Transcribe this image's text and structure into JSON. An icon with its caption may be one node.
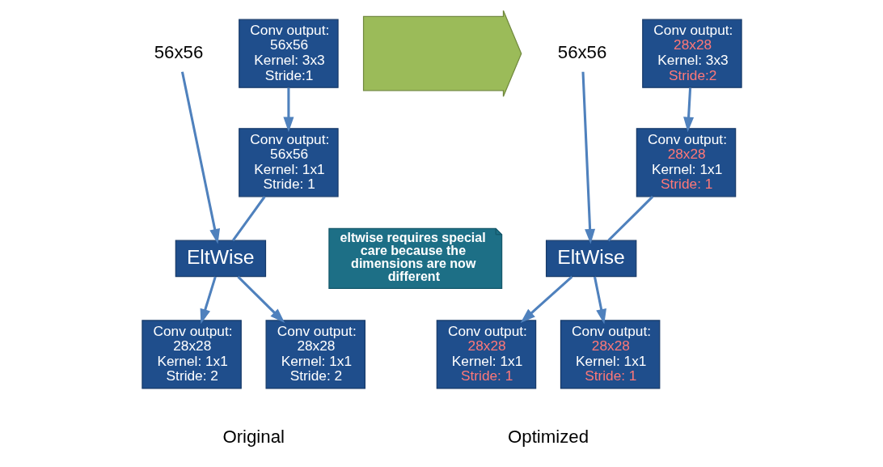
{
  "diagram": {
    "nodes": [
      {
        "text": [
          "56x56"
        ]
      },
      {
        "text": [
          "Conv output:",
          "56x56",
          "Kernel: 3x3",
          "Stride:1"
        ]
      },
      {
        "text": [
          "Conv output:",
          "56x56",
          "Kernel: 1x1",
          "Stride: 1"
        ]
      },
      {
        "text": [
          "EltWise"
        ]
      },
      {
        "text": [
          "Conv output:",
          "28x28",
          "Kernel: 1x1",
          "Stride: 2"
        ]
      },
      {
        "text": [
          "Conv output:",
          "28x28",
          "Kernel: 1x1",
          "Stride: 2"
        ]
      },
      {
        "text": [],
        "shape": "arrow"
      },
      {
        "text": [
          "eltwise requires special care because the dimensions are now different"
        ]
      },
      {
        "text": [
          "56x56"
        ]
      },
      {
        "text": [
          "Conv output:",
          "28x28",
          "Kernel: 3x3",
          "Stride:2"
        ]
      },
      {
        "text": [
          "Conv output:",
          "28x28",
          "Kernel: 1x1",
          "Stride: 1"
        ]
      },
      {
        "text": [
          "EltWise"
        ]
      },
      {
        "text": [
          "Conv output:",
          "28x28",
          "Kernel: 1x1",
          "Stride: 1"
        ]
      },
      {
        "text": [
          "Conv output:",
          "28x28",
          "Kernel: 1x1",
          "Stride: 1"
        ]
      }
    ],
    "edges": [
      {
        "from": 0,
        "to": 3,
        "arrow": "to"
      },
      {
        "from": 1,
        "to": 2,
        "arrow": "to"
      },
      {
        "from": 2,
        "to": 3,
        "arrow": "none"
      },
      {
        "from": 3,
        "to": 4,
        "arrow": "to"
      },
      {
        "from": 3,
        "to": 5,
        "arrow": "to"
      },
      {
        "from": 8,
        "to": 11,
        "arrow": "to"
      },
      {
        "from": 9,
        "to": 10,
        "arrow": "to"
      },
      {
        "from": 10,
        "to": 11,
        "arrow": "none"
      },
      {
        "from": 11,
        "to": 12,
        "arrow": "to"
      },
      {
        "from": 11,
        "to": 13,
        "arrow": "to"
      }
    ],
    "labels": [
      "Original",
      "Optimized"
    ]
  }
}
